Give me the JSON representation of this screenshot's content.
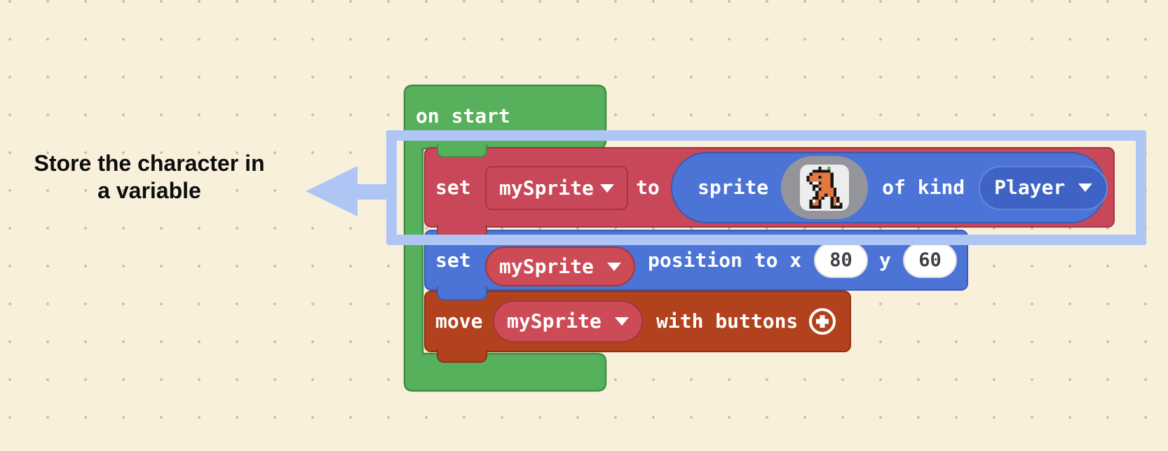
{
  "workspace": {
    "background_color": "#F8F0DB",
    "dot_color": "#C6BDAC"
  },
  "annotation": {
    "text_line1": "Store the character in",
    "text_line2": "a variable",
    "arrow_color": "#AFC6F5"
  },
  "highlight_box": {
    "color": "#AFC6F5"
  },
  "on_start_block": {
    "label": "on start",
    "fill": "#57B05B",
    "stroke": "#3F8E44"
  },
  "set_sprite_block": {
    "category_color": "#C8485A",
    "set_label": "set",
    "variable_dropdown": "mySprite",
    "to_label": "to",
    "sprite_pill": {
      "color": "#4B74D6",
      "sprite_label": "sprite",
      "of_kind_label": "of kind",
      "kind_dropdown": "Player",
      "kind_oval_color": "#3F63C4"
    }
  },
  "set_position_block": {
    "category_color": "#4B74D6",
    "set_label": "set",
    "variable_dropdown": "mySprite",
    "position_label": "position to x",
    "x_value": "80",
    "y_label": "y",
    "y_value": "60"
  },
  "move_block": {
    "category_color": "#B2421E",
    "move_label": "move",
    "variable_dropdown": "mySprite",
    "with_buttons_label": "with buttons",
    "plus_icon": "plus-circle"
  },
  "variable_oval_color": "#CC4B56",
  "sprite_image": {
    "name": "orange-dino-sprite",
    "palette": {
      "K": "#151515",
      "O": "#E2793F",
      "W": "#FFFFFF",
      "G": "#45B04A"
    },
    "pixels": [
      "....K..G....",
      "..KKKKKK....",
      ".KOOOOOOK...",
      "KOOOKOOOK...",
      "KOOOOOOOK...",
      ".KWWKOOOK...",
      "..KKOOOOK...",
      "..KWKOOOOK..",
      "...KOOOOOK..",
      "...KOOKOOK..",
      "..KKOK..KOK.",
      ".KWOK...KOK.",
      ".KOOK...KOWK",
      ".KKKK...KKKK"
    ]
  }
}
